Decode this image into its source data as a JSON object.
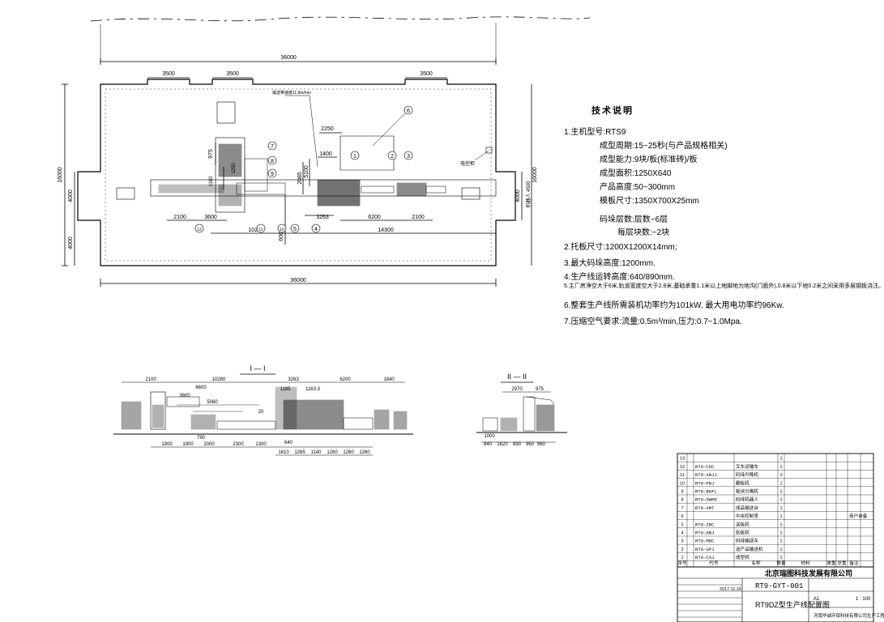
{
  "plan": {
    "dims": {
      "top_total": "36000",
      "top_seg1": "3500",
      "top_seg2": "3500",
      "top_seg3": "3500",
      "bottom_total": "36000",
      "left_total": "16000",
      "left_mid": "4000",
      "left_low": "4000",
      "right_total": "16000",
      "right_mid": "4000",
      "right_sub": "机器人 4500",
      "d2250": "2250",
      "d1400": "1400",
      "d975": "975",
      "d3600": "3600",
      "d3263": "3263",
      "d2100a": "2100",
      "d2100b": "2100",
      "d6200": "6200",
      "d10280": "10280",
      "d14300": "14300",
      "d6000": "6000",
      "d2085": "2085",
      "d5100": "5100",
      "d1160": "1160",
      "d1250": "1250"
    },
    "speed_note": "输送带速度11.8m/min",
    "control_label": "电控柜",
    "callouts": [
      "1",
      "2",
      "3",
      "4",
      "5",
      "6",
      "7",
      "8",
      "9",
      "10",
      "11",
      "12"
    ]
  },
  "notes": {
    "title": "技术说明",
    "items": [
      "1.主机型号:RTS9",
      "成型周期:15~25秒(与产品规格相关)",
      "成型能力:9块/板(标准砖)/板",
      "成型面积:1250X640",
      "产品高度:50~300mm",
      "模板尺寸:1350X700X25mm",
      "码垛层数:层数~6层",
      "每层块数:~2块",
      "2.托板尺寸:1200X1200X14mm;",
      "3.最大码垛高度:1200mm.",
      "4.生产线运转高度:640/890mm.",
      "5.主厂房净空大于6米,轨道宽度空大于2.8米,基础承重1.1米以上地脚地为地沟(门面外),0.8米以下地0.2米之间采用多层钢板浇注。",
      "6.整套生产线所需装机功率约为101kW, 最大用电功率约96Kw.",
      "7.压缩空气要求:流量:0.5m³/min,压力:0.7~1.0Mpa."
    ]
  },
  "section1": {
    "title": "I — I",
    "top_dims": [
      "2100",
      "10280",
      "3263",
      "6200",
      "1840"
    ],
    "mid_dims": [
      "6600",
      "5060",
      "3600",
      "1185",
      "1163.3"
    ],
    "bottom_dims": [
      "1900",
      "1900",
      "2000",
      "2300",
      "1300",
      "1610",
      "1265",
      "1140",
      "1260",
      "1260",
      "1260"
    ],
    "small_dims": [
      "640",
      "790",
      "20"
    ]
  },
  "section2": {
    "title": "II — II",
    "top_dims": [
      "2970",
      "975"
    ],
    "bottom_dims": [
      "1000",
      "840",
      "1620",
      "890",
      "960",
      "960"
    ]
  },
  "bom": {
    "rows": [
      {
        "no": "13",
        "code": "",
        "name": "",
        "qty": "1",
        "note": ""
      },
      {
        "no": "12",
        "code": "RT9-CDC",
        "name": "叉车运输车",
        "qty": "1",
        "note": ""
      },
      {
        "no": "11",
        "code": "RT9-XBJJ",
        "name": "码垛升降机",
        "qty": "1",
        "note": ""
      },
      {
        "no": "10",
        "code": "RT9-FBJ",
        "name": "翻板机",
        "qty": "1",
        "note": ""
      },
      {
        "no": "9",
        "code": "RT9-BKFL",
        "name": "板块分离机",
        "qty": "1",
        "note": ""
      },
      {
        "no": "8",
        "code": "RT9-DWMD",
        "name": "码垛机器人",
        "qty": "1",
        "note": ""
      },
      {
        "no": "7",
        "code": "RT9-XMT",
        "name": "成品输送台",
        "qty": "1",
        "note": ""
      },
      {
        "no": "6",
        "code": "",
        "name": "中央控制室",
        "qty": "1",
        "note": "用户自备"
      },
      {
        "no": "5",
        "code": "RT9-ZBC",
        "name": "送板机",
        "qty": "1",
        "note": ""
      },
      {
        "no": "4",
        "code": "RT9-GBJ",
        "name": "刮板机",
        "qty": "1",
        "note": ""
      },
      {
        "no": "3",
        "code": "RT9-MDC",
        "name": "码垛输送车",
        "qty": "1",
        "note": ""
      },
      {
        "no": "2",
        "code": "RT9-SPJ",
        "name": "送产品输送机",
        "qty": "1",
        "note": ""
      },
      {
        "no": "1",
        "code": "RT9-CXJ",
        "name": "成型机",
        "qty": "1",
        "note": ""
      }
    ],
    "header": [
      "序号",
      "代号",
      "名称",
      "数量",
      "材料",
      "单重",
      "总重",
      "备注"
    ],
    "company": "北京瑞图科技发展有限公司",
    "drawing_no": "RT9-GYT-001",
    "drawing_title": "RT9DZ型生产线配置图",
    "date": "2017.11.16",
    "sheet": "A1",
    "scale": "1 : 100",
    "project": "河南华诚环保科技有限公司生产工程"
  }
}
